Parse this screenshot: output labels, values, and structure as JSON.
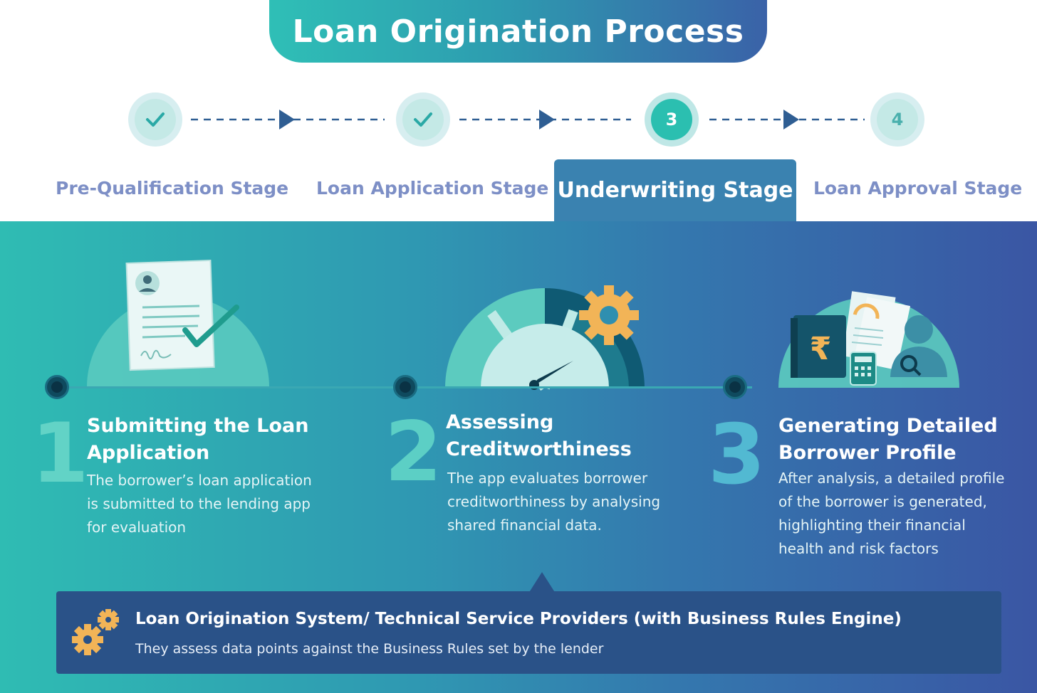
{
  "title": "Loan Origination Process",
  "progress": {
    "steps": [
      {
        "state": "done",
        "number": ""
      },
      {
        "state": "done",
        "number": ""
      },
      {
        "state": "active",
        "number": "3"
      },
      {
        "state": "upcoming",
        "number": "4"
      }
    ]
  },
  "stages": [
    {
      "label": "Pre-Qualification Stage"
    },
    {
      "label": "Loan Application Stage"
    },
    {
      "label": "Underwriting Stage",
      "selected": true
    },
    {
      "label": "Loan Approval Stage"
    }
  ],
  "cards": [
    {
      "number": "1",
      "title_line1": "Submitting the Loan",
      "title_line2": "Application",
      "text_lines": [
        "The borrower’s loan application",
        "is submitted to the lending app",
        "for evaluation"
      ]
    },
    {
      "number": "2",
      "title_line1": "Assessing",
      "title_line2": "Creditworthiness",
      "text_lines": [
        "The app evaluates borrower",
        "creditworthiness by analysing",
        "shared financial data."
      ]
    },
    {
      "number": "3",
      "title_line1": "Generating Detailed",
      "title_line2": "Borrower Profile",
      "text_lines": [
        "After analysis, a detailed profile",
        "of the borrower is generated,",
        "highlighting their financial",
        "health and risk factors"
      ]
    }
  ],
  "system": {
    "title": "Loan Origination System/ Technical Service Providers (with Business Rules Engine)",
    "description": "They assess data points against the Business Rules set by the lender"
  },
  "icons": {
    "rupee_symbol": "₹"
  },
  "colors": {
    "teal": "#2fbcb3",
    "blue": "#3a56a4",
    "stage_inactive": "#7d8fc6",
    "gear": "#f2b457"
  }
}
